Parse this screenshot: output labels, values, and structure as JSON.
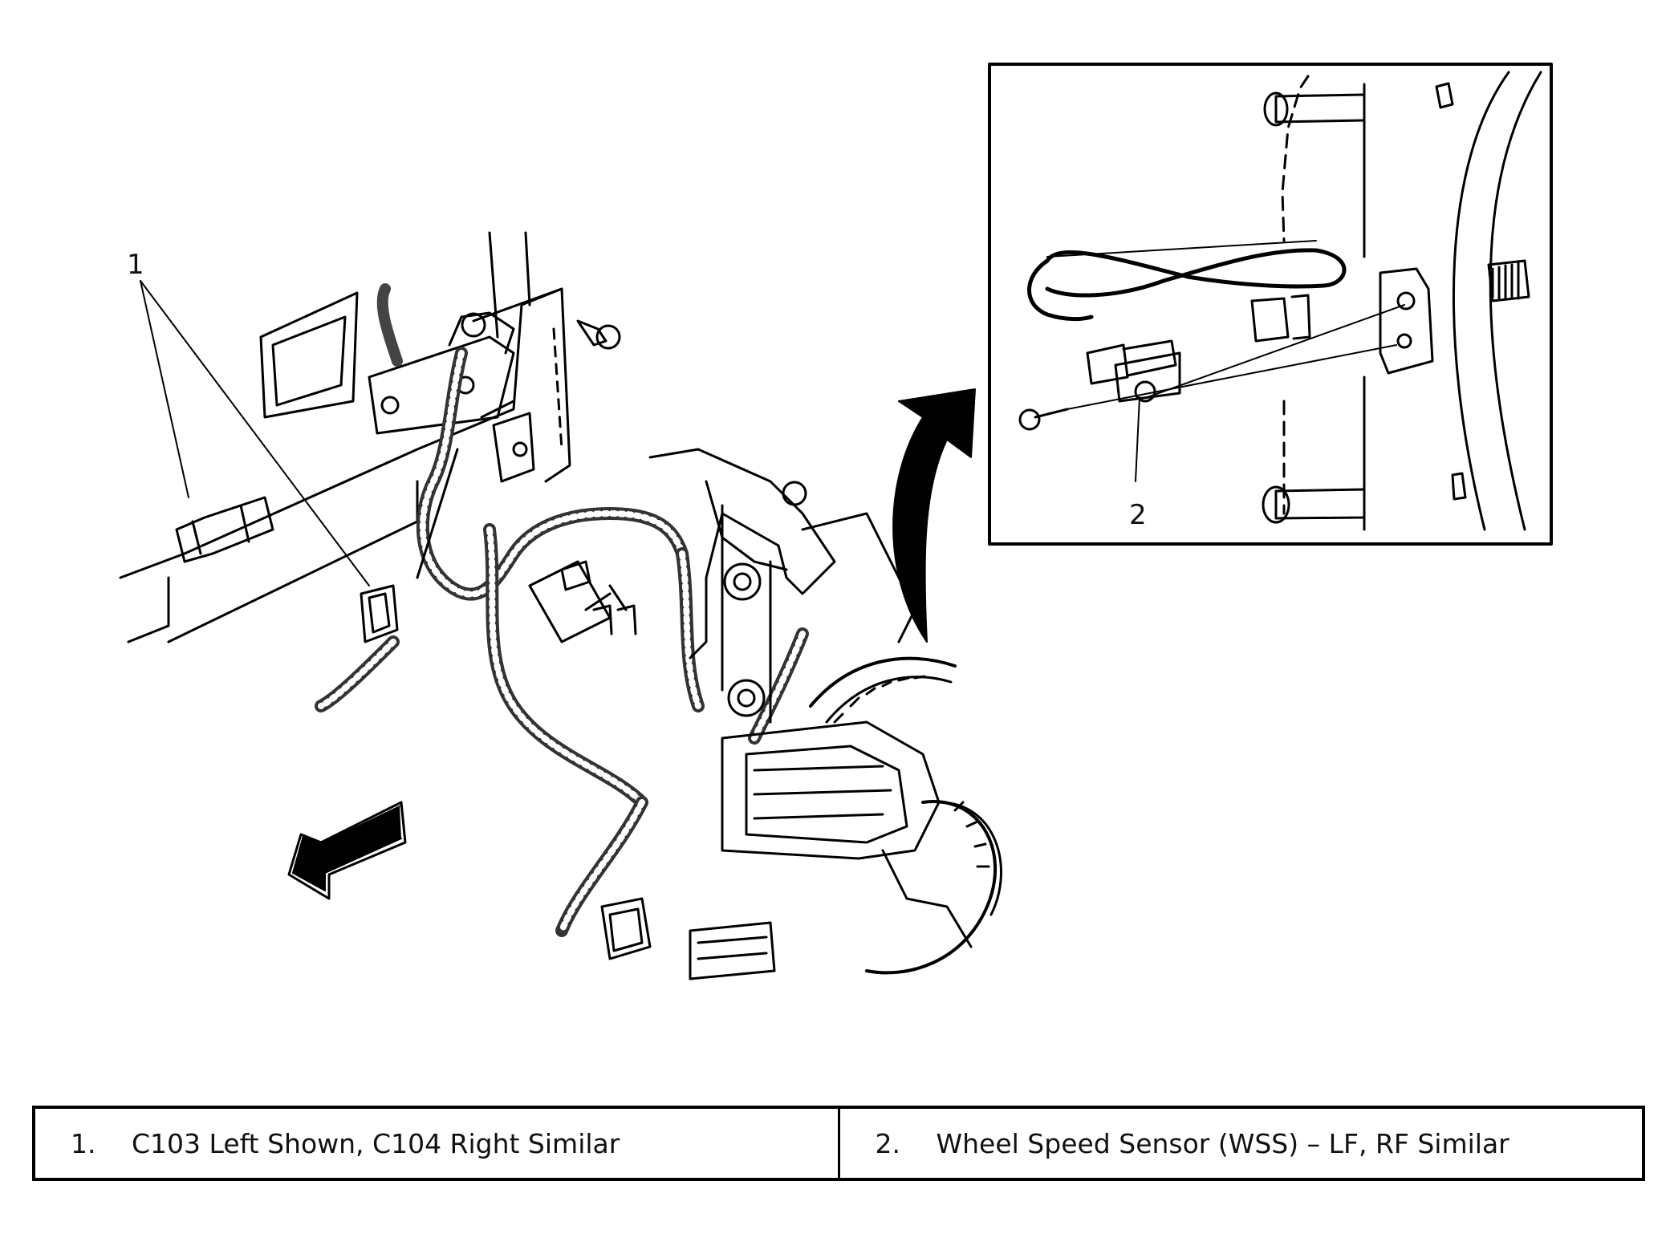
{
  "callouts": {
    "one": "1",
    "two": "2"
  },
  "legend": {
    "items": [
      {
        "number": "1.",
        "label": "C103 Left Shown, C104 Right Similar"
      },
      {
        "number": "2.",
        "label": "Wheel Speed Sensor (WSS) – LF, RF Similar"
      }
    ]
  }
}
